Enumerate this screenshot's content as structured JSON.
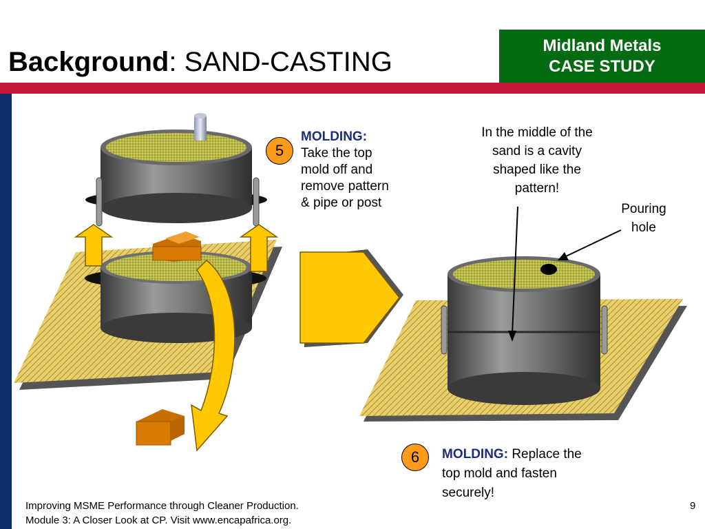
{
  "header": {
    "title_bold": "Background",
    "title_rest": ": SAND-CASTING",
    "case_line1": "Midland Metals",
    "case_line2": "CASE STUDY"
  },
  "step5": {
    "number": "5",
    "heading": "MOLDING:",
    "line1": "Take the top",
    "line2": "mold off and",
    "line3": "remove pattern",
    "line4": "& pipe or post"
  },
  "step6": {
    "number": "6",
    "heading": "MOLDING:",
    "line1_rest": " Replace the",
    "line2": "top mold and fasten",
    "line3": "securely!"
  },
  "annotations": {
    "cavity_line1": "In the middle of the",
    "cavity_line2": "sand is a cavity",
    "cavity_line3": "shaped like the",
    "cavity_line4": "pattern!",
    "pour_line1": "Pouring",
    "pour_line2": "hole"
  },
  "footer": {
    "line1": "Improving MSME Performance through Cleaner Production.",
    "line2": "Module 3: A Closer Look at CP. Visit www.encapafrica.org.",
    "page": "9"
  },
  "colors": {
    "accent_red": "#c8153a",
    "case_green": "#046b12",
    "left_bar_navy": "#0c2c6c",
    "arrow_yellow": "#ffc800",
    "badge_orange": "#ff9a1a",
    "pattern_orange": "#d97a00",
    "label_blue": "#1c2d7a"
  }
}
